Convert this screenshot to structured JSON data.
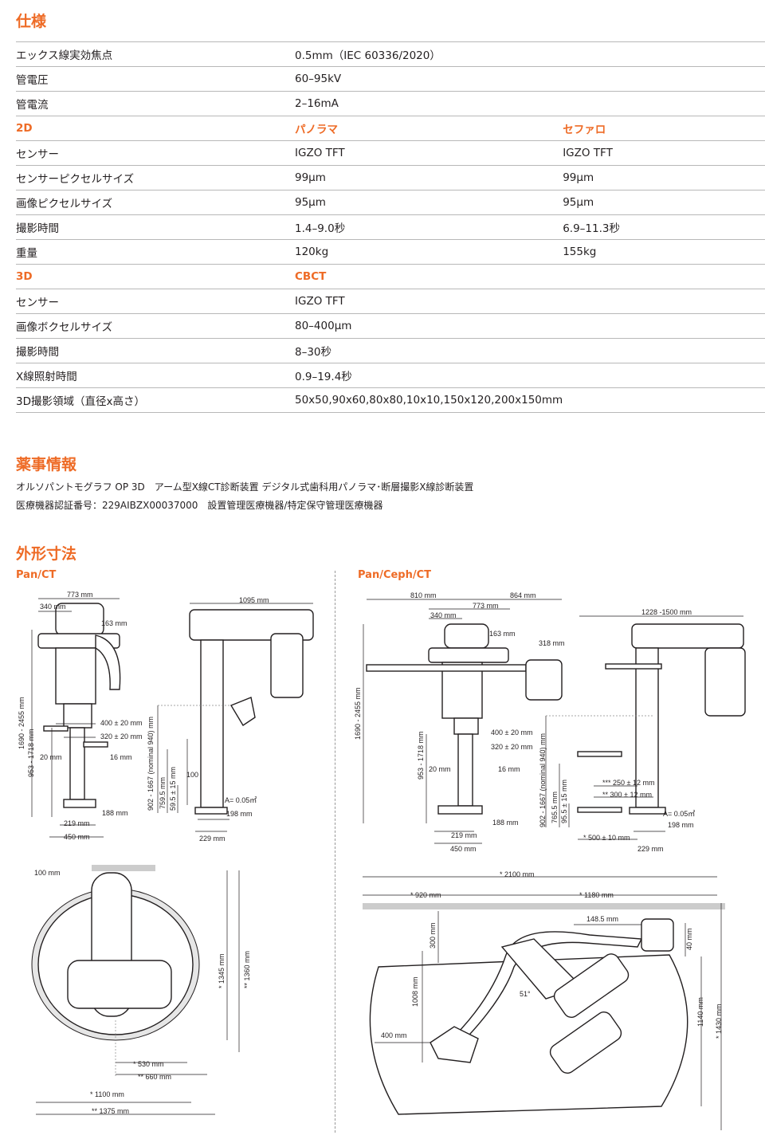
{
  "spec": {
    "title": "仕様",
    "rows": [
      [
        "エックス線実効焦点",
        "0.5mm（IEC 60336/2020）",
        ""
      ],
      [
        "管電圧",
        "60–95kV",
        ""
      ],
      [
        "管電流",
        "2–16mA",
        ""
      ],
      [
        "2D",
        "パノラマ",
        "セファロ"
      ],
      [
        "センサー",
        "IGZO TFT",
        "IGZO TFT"
      ],
      [
        "センサーピクセルサイズ",
        "99μm",
        "99μm"
      ],
      [
        "画像ピクセルサイズ",
        "95μm",
        "95μm"
      ],
      [
        "撮影時間",
        "1.4–9.0秒",
        "6.9–11.3秒"
      ],
      [
        "重量",
        "120kg",
        "155kg"
      ],
      [
        "3D",
        "CBCT",
        ""
      ],
      [
        "センサー",
        "IGZO TFT",
        ""
      ],
      [
        "画像ボクセルサイズ",
        "80–400μm",
        ""
      ],
      [
        "撮影時間",
        "8–30秒",
        ""
      ],
      [
        "X線照射時間",
        "0.9–19.4秒",
        ""
      ],
      [
        "3D撮影領域（直径x高さ）",
        "50x50,90x60,80x80,10x10,150x120,200x150mm",
        ""
      ]
    ]
  },
  "regulatory": {
    "title": "薬事情報",
    "line1": "オルソパントモグラフ OP 3D　アーム型X線CT診断装置 デジタル式歯科用パノラマ･断層撮影X線診断装置",
    "line2": "医療機器認証番号：229AIBZX00037000　設置管理医療機器/特定保守管理医療機器"
  },
  "dimensions": {
    "title": "外形寸法",
    "left_label": "Pan/CT",
    "right_label": "Pan/Ceph/CT",
    "left_front": [
      "773 mm",
      "340 mm",
      "163 mm",
      "1690 - 2455 mm",
      "953 - 1718 mm",
      "400 ± 20 mm",
      "320 ± 20 mm",
      "20 mm",
      "16 mm",
      "188 mm",
      "219 mm",
      "450 mm"
    ],
    "left_side": [
      "1095 mm",
      "902 - 1667 (nominal 940) mm",
      "759.5 mm",
      "59.5 ± 15 mm",
      "100",
      "A= 0.05㎡",
      "198 mm",
      "229 mm"
    ],
    "left_top": [
      "100 mm",
      "* 1345 mm",
      "** 1360 mm",
      "* 530 mm",
      "** 660 mm",
      "* 1100 mm",
      "** 1375 mm"
    ],
    "right_front": [
      "810 mm",
      "864 mm",
      "773 mm",
      "340 mm",
      "163 mm",
      "318 mm",
      "1690 - 2455 mm",
      "953 - 1718 mm",
      "400 ± 20 mm",
      "320 ± 20 mm",
      "20 mm",
      "16 mm",
      "188 mm",
      "219 mm",
      "450 mm"
    ],
    "right_side": [
      "1228 -1500 mm",
      "902 - 1667 (nominal 940) mm",
      "765.5 mm",
      "95.5 ± 15 mm",
      "*** 250 ± 12 mm",
      "** 300 ± 12 mm",
      "A= 0.05㎡",
      "198 mm",
      "* 500 ± 10 mm",
      "229 mm"
    ],
    "right_top": [
      "* 2100 mm",
      "* 920 mm",
      "* 1180 mm",
      "148.5 mm",
      "300 mm",
      "40 mm",
      "1008 mm",
      "1140 mm",
      "* 1430 mm",
      "400 mm",
      "51°"
    ]
  }
}
